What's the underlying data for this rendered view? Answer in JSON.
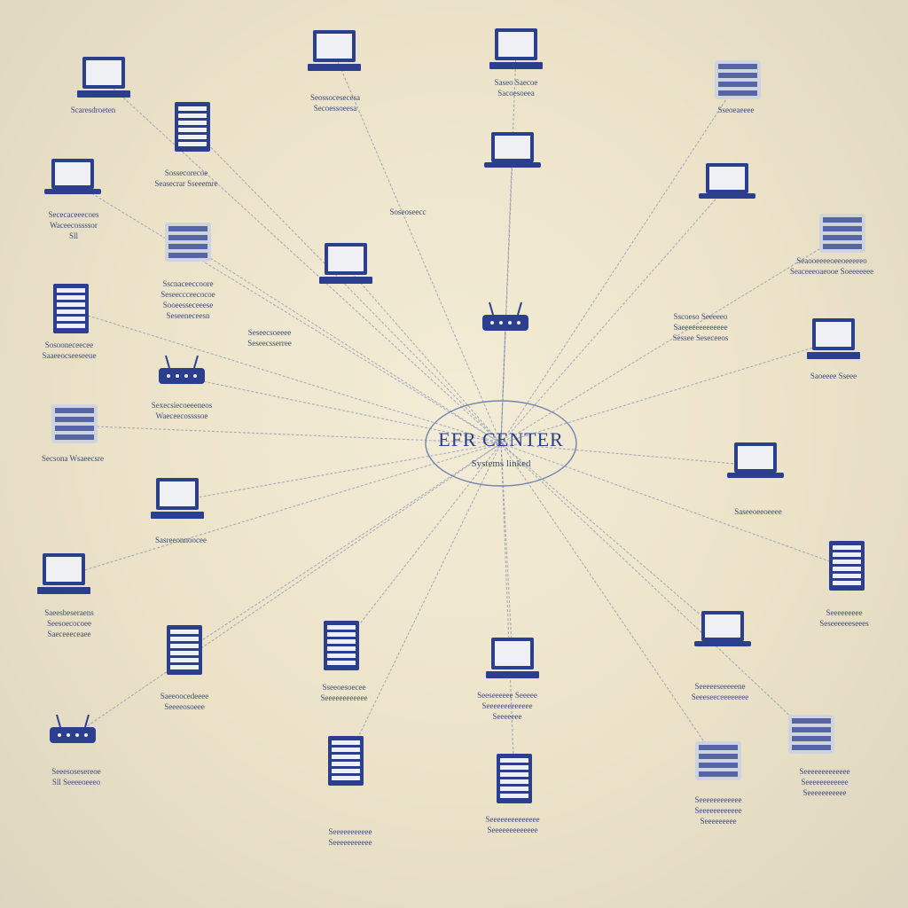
{
  "hub": {
    "title": "EFR CENTER",
    "subtitle": "Systems linked"
  },
  "colors": {
    "ink": "#2c3f8f",
    "screen": "#eef0f4",
    "line": "#6a7aa8",
    "text": "#3a4a7a"
  },
  "nodes": [
    {
      "name": "node-top-left",
      "type": "desktop",
      "labels": [
        "Scaresdroeten"
      ]
    },
    {
      "name": "node-tower-tl",
      "type": "tower",
      "labels": [
        "Sossecorecoe",
        "Seasecrar Sseeemre"
      ]
    },
    {
      "name": "node-top-center-left",
      "type": "desktop",
      "labels": [
        "Seossocesecesa",
        "Secoessoeesa"
      ]
    },
    {
      "name": "node-top-center",
      "type": "desktop",
      "labels": [
        "Saseo Saecoe",
        "Sacoesoeea"
      ]
    },
    {
      "name": "node-top-right",
      "type": "server",
      "labels": [
        "Sseoeaeeee"
      ]
    },
    {
      "name": "node-left-1",
      "type": "laptop",
      "labels": [
        "Sececaceeecoes",
        "Waceecossssor",
        "Sll"
      ]
    },
    {
      "name": "node-left-2",
      "type": "server",
      "labels": [
        "Sscnaceeccoore",
        "Seseeccceecocoe",
        "Sooeesseceeese",
        "Seseeneceesn"
      ]
    },
    {
      "name": "node-left-3",
      "type": "tower",
      "labels": [
        "Sosooneceecee",
        "Saaeeocseeseeue"
      ]
    },
    {
      "name": "node-left-4",
      "type": "router",
      "labels": [
        "Sexecsiecoeeeneos",
        "Waeceecossssoe"
      ]
    },
    {
      "name": "node-left-5",
      "type": "server",
      "labels": [
        "Secsona Wsaeecsre"
      ]
    },
    {
      "name": "node-mid-left",
      "type": "desktop",
      "labels": [
        "Sasreeonnoocee"
      ]
    },
    {
      "name": "node-lower-left",
      "type": "desktop",
      "labels": [
        "Saeesbeseraens",
        "Seesoecocoee",
        "Saeceeeceaee"
      ]
    },
    {
      "name": "node-bottom-left",
      "type": "router",
      "labels": [
        "Seeesosesereoe",
        "Sll Seeeeoeeeo"
      ]
    },
    {
      "name": "node-center-monitor",
      "type": "laptop",
      "labels": [
        "Soseoseecc"
      ]
    },
    {
      "name": "node-center-kiosk",
      "type": "desktop",
      "labels": [
        "Seseecsoeeee",
        "Seseecsserree"
      ]
    },
    {
      "name": "node-center-router",
      "type": "router",
      "labels": []
    },
    {
      "name": "node-center-tower",
      "type": "tower",
      "labels": [
        "Saeeoocedeeee",
        "Seeeeosoeee"
      ]
    },
    {
      "name": "node-right-1",
      "type": "laptop",
      "labels": [
        "Seaooeeeeoeeoeeeeeo",
        "Seaceeeoaeooe Soeeeeeee"
      ]
    },
    {
      "name": "node-right-2",
      "type": "server",
      "labels": [
        "Sscoeso Seeeeeo",
        "Saeeeeeeeeeeeee",
        "Sessee Seseceeos"
      ]
    },
    {
      "name": "node-right-3",
      "type": "desktop",
      "labels": [
        "Saoeeee Sseee"
      ]
    },
    {
      "name": "node-right-4",
      "type": "laptop",
      "labels": [
        "Saseeoeeoeeee"
      ]
    },
    {
      "name": "node-right-5",
      "type": "tower",
      "labels": [
        "Seeeeeeeee",
        "Seseeeeeeseees"
      ]
    },
    {
      "name": "node-lower-right",
      "type": "laptop",
      "labels": [
        "Seeeeeseeeeene",
        "Seeeseeceeeeeeee"
      ]
    },
    {
      "name": "node-bottom-center-left",
      "type": "tower",
      "labels": [
        "Sseeoesoecee",
        "Seeeeeeeeeeee"
      ]
    },
    {
      "name": "node-bottom-center",
      "type": "desktop",
      "labels": [
        "Seeseeeeee Seeeee",
        "Seeeeeeeeeeeee",
        "Seeeeeee"
      ]
    },
    {
      "name": "node-bottom-center-right",
      "type": "tower",
      "labels": [
        "Seeeeeeeeeeeeee",
        "Seeeeeeeeeeeee"
      ]
    },
    {
      "name": "node-bottom-right",
      "type": "server",
      "labels": [
        "Seeeeeeeeeeee",
        "Seeeeeeeeeeee",
        "Seeeeeeeee"
      ]
    },
    {
      "name": "node-bottom-far-right",
      "type": "server",
      "labels": [
        "Seeeeeeeeeeeee",
        "Seeeeeeeeeeee",
        "Seeeeeeeeeee"
      ]
    },
    {
      "name": "node-bottom-left-corner",
      "type": "tower",
      "labels": [
        "Seeeeeeeeeee",
        "Seeeeeeeeeee"
      ]
    }
  ]
}
